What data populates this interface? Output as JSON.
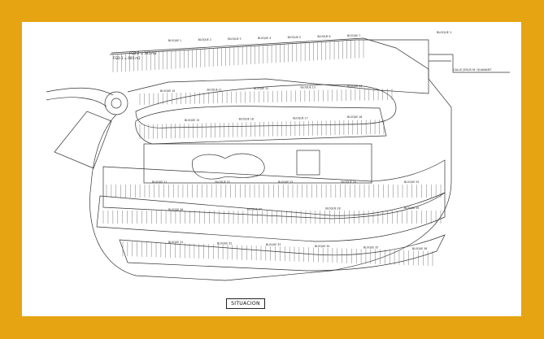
{
  "colors": {
    "frame": "#E6A412",
    "paper": "#FFFFFF",
    "ink": "#222222"
  },
  "map": {
    "legend_box": "SITUACION",
    "street_label": "CALLE JESUS M. QUANANT",
    "top_block_label": "BLOQUE 1",
    "blocks_top": [
      "BLOQUE 1",
      "BLOQUE 2",
      "BLOQUE 3",
      "BLOQUE 4",
      "BLOQUE 5",
      "BLOQUE 6",
      "BLOQUE 7"
    ],
    "blocks_ring1": [
      "BLOQUE 10",
      "BLOQUE 11",
      "BLOQUE 12",
      "BLOQUE 13",
      "BLOQUE 14"
    ],
    "blocks_ring2": [
      "BLOQUE 15",
      "BLOQUE 16",
      "BLOQUE 17",
      "BLOQUE 18"
    ],
    "blocks_ring3": [
      "BLOQUE 21",
      "BLOQUE 22",
      "BLOQUE 23",
      "BLOQUE 24",
      "BLOQUE 25"
    ],
    "blocks_ring4": [
      "BLOQUE 26",
      "BLOQUE 27",
      "BLOQUE 28",
      "BLOQUE 29"
    ],
    "blocks_bottom": [
      "BLOQUE 31",
      "BLOQUE 32",
      "BLOQUE 33",
      "BLOQUE 34",
      "BLOQUE 35",
      "BLOQUE 36"
    ],
    "area_note_1": "FGD-1 = 600 m2",
    "area_note_2": "FGD-2 = 345 m2"
  }
}
